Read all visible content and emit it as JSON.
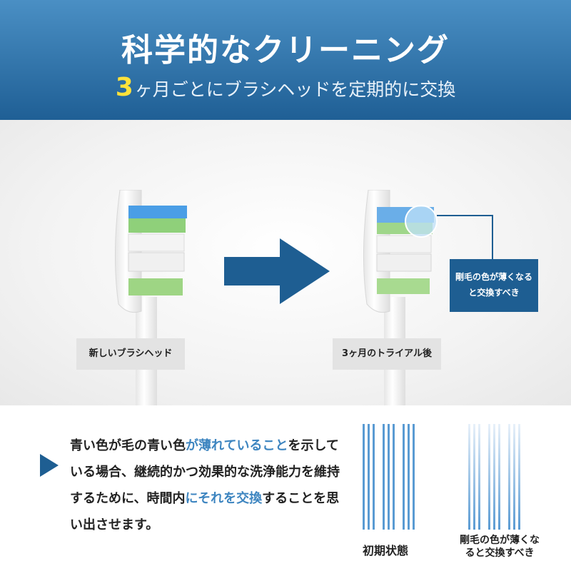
{
  "header": {
    "title": "科学的なクリーニング",
    "subtitle_number": "3",
    "subtitle_rest": "ヶ月ごとにブラシヘッドを定期的に交換"
  },
  "labels": {
    "new_brush": "新しいブラシヘッド",
    "after_trial": "3ヶ月のトライアル後",
    "callout_line1": "剛毛の色が薄くなる",
    "callout_line2": "と交換すべき"
  },
  "description": {
    "part1": "青い色が毛の青い色",
    "highlight1": "が薄れていること",
    "part2": "を示している場合、継続的かつ効果的な洗浄能力を維持するために、時間内",
    "highlight2": "にそれを交換",
    "part3": "することを思い出させます。"
  },
  "captions": {
    "initial": "初期状態",
    "faded_line1": "剛毛の色が薄くな",
    "faded_line2": "ると交換すべき"
  },
  "colors": {
    "brand_blue": "#1e5e92",
    "highlight_blue": "#3d85c0",
    "number_yellow": "#ffe23a"
  }
}
